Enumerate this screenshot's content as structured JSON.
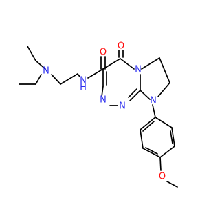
{
  "colors": {
    "background": "#ffffff",
    "carbon_bond": "#000000",
    "nitrogen": "#2a2df0",
    "oxygen": "#ff0d0d"
  },
  "atoms": {
    "amine_n": "N",
    "amide_nh": "N",
    "amide_h": "H",
    "amide_o": "O",
    "ketone_o": "O",
    "ring_n_top": "N",
    "ring_n_a": "N",
    "ring_n_b": "N",
    "ring_n_aryl": "N",
    "ether_o": "O"
  }
}
